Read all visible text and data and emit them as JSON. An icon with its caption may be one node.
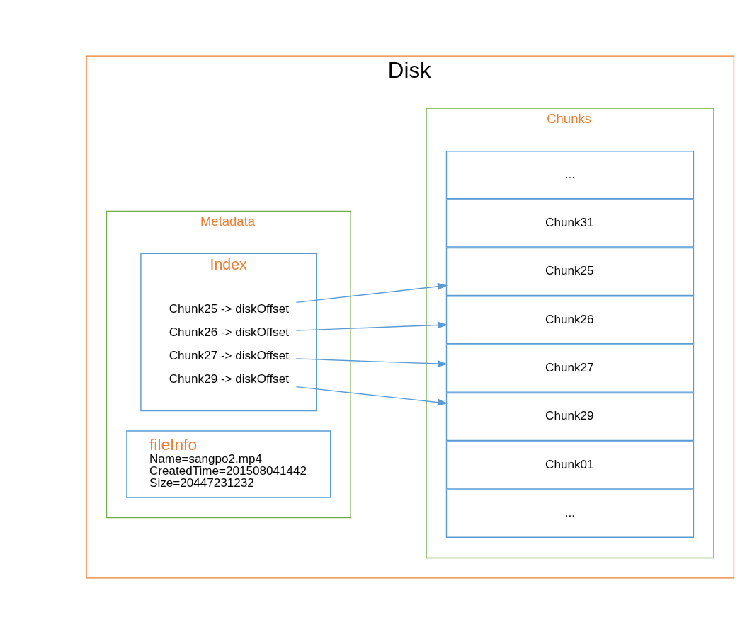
{
  "diagram": {
    "nodes": [
      {
        "text": [
          "Disk"
        ]
      },
      {
        "text": [
          "Metadata"
        ],
        "in": 0
      },
      {
        "text": [
          "fileInfo",
          "Name=sangpo2.mp4",
          "CreatedTime=201508041442",
          "Size=20447231232"
        ],
        "in": 1
      },
      {
        "text": [
          "Index"
        ],
        "in": 1
      },
      {
        "text": [
          "Chunk25 -> diskOffset"
        ],
        "in": 3
      },
      {
        "text": [
          "Chunk26 -> diskOffset"
        ],
        "in": 3
      },
      {
        "text": [
          "Chunk27 -> diskOffset"
        ],
        "in": 3
      },
      {
        "text": [
          "Chunk29 -> diskOffset"
        ],
        "in": 3
      },
      {
        "text": [
          "Chunks"
        ],
        "in": 0
      },
      {
        "text": [
          "..."
        ],
        "in": 8
      },
      {
        "text": [
          "Chunk31"
        ],
        "in": 8
      },
      {
        "text": [
          "Chunk25"
        ],
        "in": 8
      },
      {
        "text": [
          "Chunk26"
        ],
        "in": 8
      },
      {
        "text": [
          "Chunk29"
        ],
        "in": 8
      },
      {
        "text": [
          "Chunk27"
        ],
        "in": 8
      },
      {
        "text": [
          "Chunk01"
        ],
        "in": 8
      },
      {
        "text": [
          "..."
        ],
        "in": 8
      }
    ],
    "edges": [
      {
        "from": 4,
        "to": 11,
        "arrow": "to"
      },
      {
        "from": 5,
        "to": 12,
        "arrow": "to"
      },
      {
        "from": 6,
        "to": 14,
        "arrow": "to"
      },
      {
        "from": 7,
        "to": 13,
        "arrow": "to"
      }
    ]
  }
}
